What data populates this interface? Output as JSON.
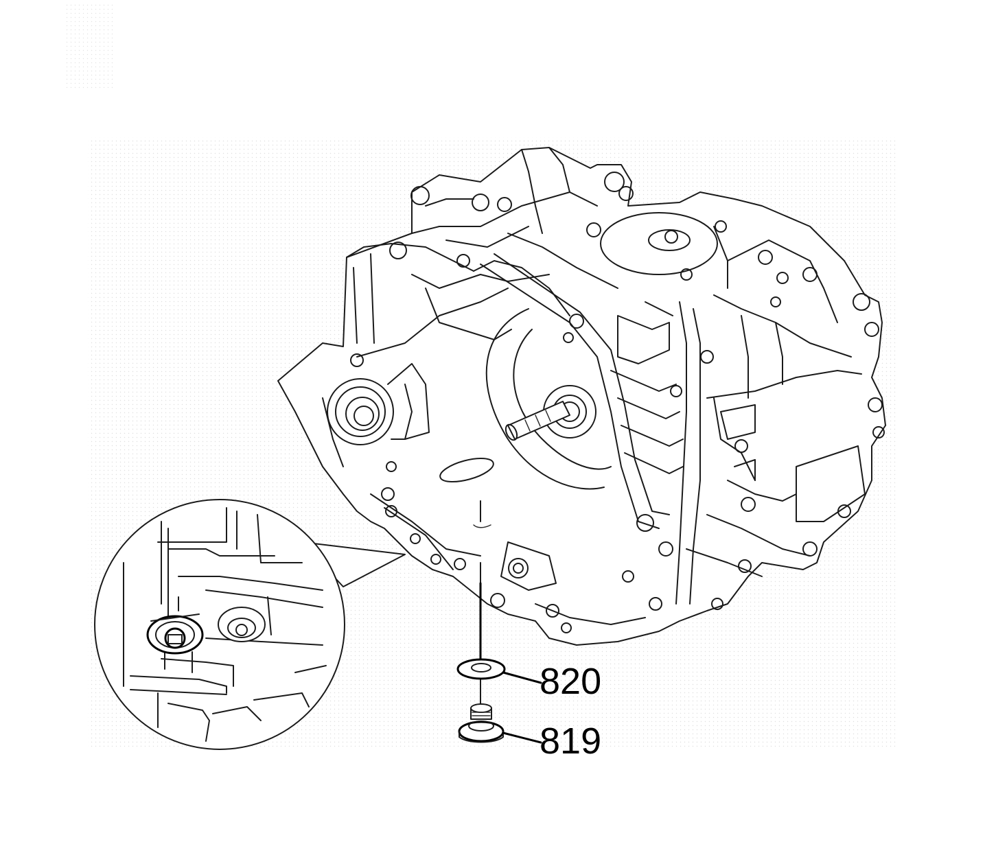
{
  "diagram": {
    "callouts": [
      {
        "id": "820",
        "label": "820"
      },
      {
        "id": "819",
        "label": "819"
      }
    ],
    "colors": {
      "background": "#ffffff",
      "line": "#1a1a1a",
      "stipple": "#bdbdbd"
    }
  }
}
